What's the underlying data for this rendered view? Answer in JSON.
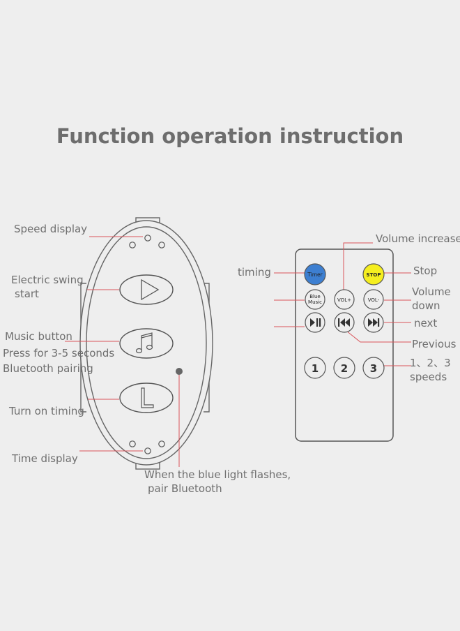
{
  "title": "Function operation instruction",
  "controller_labels": {
    "speed_display": "Speed display",
    "electric_swing_1": "Electric swing",
    "electric_swing_2": "start",
    "music_button": "Music button",
    "press_seconds": "Press for 3-5 seconds",
    "bt_pairing": "Bluetooth pairing",
    "turn_on_timing": "Turn on timing",
    "time_display": "Time display",
    "blue_light_1": "When the blue light flashes,",
    "blue_light_2": "pair Bluetooth"
  },
  "remote_labels": {
    "timing": "timing",
    "volume_increase": "Volume increase",
    "stop": "Stop",
    "volume_down_1": "Volume",
    "volume_down_2": "down",
    "next": "next",
    "previous": "Previous",
    "speeds_1": "1、2、3",
    "speeds_2": "speeds"
  },
  "remote_buttons": {
    "timer": "Timer",
    "stop": "STOP",
    "blue": "Blue",
    "music": "Music",
    "vol_plus": "VOL+",
    "vol_minus": "VOL-",
    "speed1": "1",
    "speed2": "2",
    "speed3": "3"
  },
  "colors": {
    "leader_line": "#d9545a",
    "timer_button": "#3d7fd1",
    "stop_button": "#f5ee1f",
    "outline": "#666666"
  }
}
